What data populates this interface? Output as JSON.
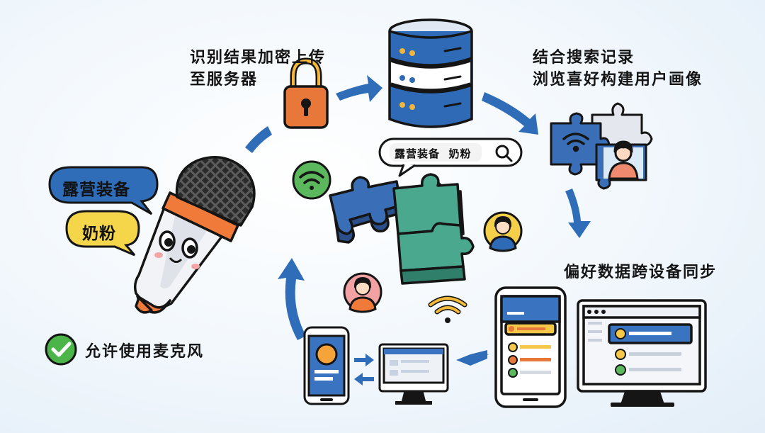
{
  "steps": {
    "upload_line1": "识别结果加密上传",
    "upload_line2": "至服务器",
    "profile_line1": "结合搜索记录",
    "profile_line2": "浏览喜好构建用户画像",
    "sync": "偏好数据跨设备同步"
  },
  "speech": {
    "camping": "露营装备",
    "milk_powder": "奶粉"
  },
  "search": {
    "query": "露营装备  奶粉"
  },
  "permission": {
    "label": "允许使用麦克风"
  },
  "colors": {
    "arrow_blue": "#2f6db8",
    "lock_orange": "#e8783a",
    "server_blue": "#2e6ab5",
    "puzzle_blue": "#3a6fb7",
    "puzzle_green": "#4aa88f",
    "check_green": "#4bb54a",
    "bubble_blue": "#2f6db8",
    "bubble_yellow": "#f5d54a",
    "mic_orange": "#ef7a3a"
  },
  "icons": [
    "microphone-icon",
    "lock-icon",
    "server-icon",
    "puzzle-icon",
    "wifi-icon",
    "search-icon",
    "avatar-icon",
    "phone-icon",
    "desktop-icon",
    "check-icon",
    "arrow-icon"
  ]
}
